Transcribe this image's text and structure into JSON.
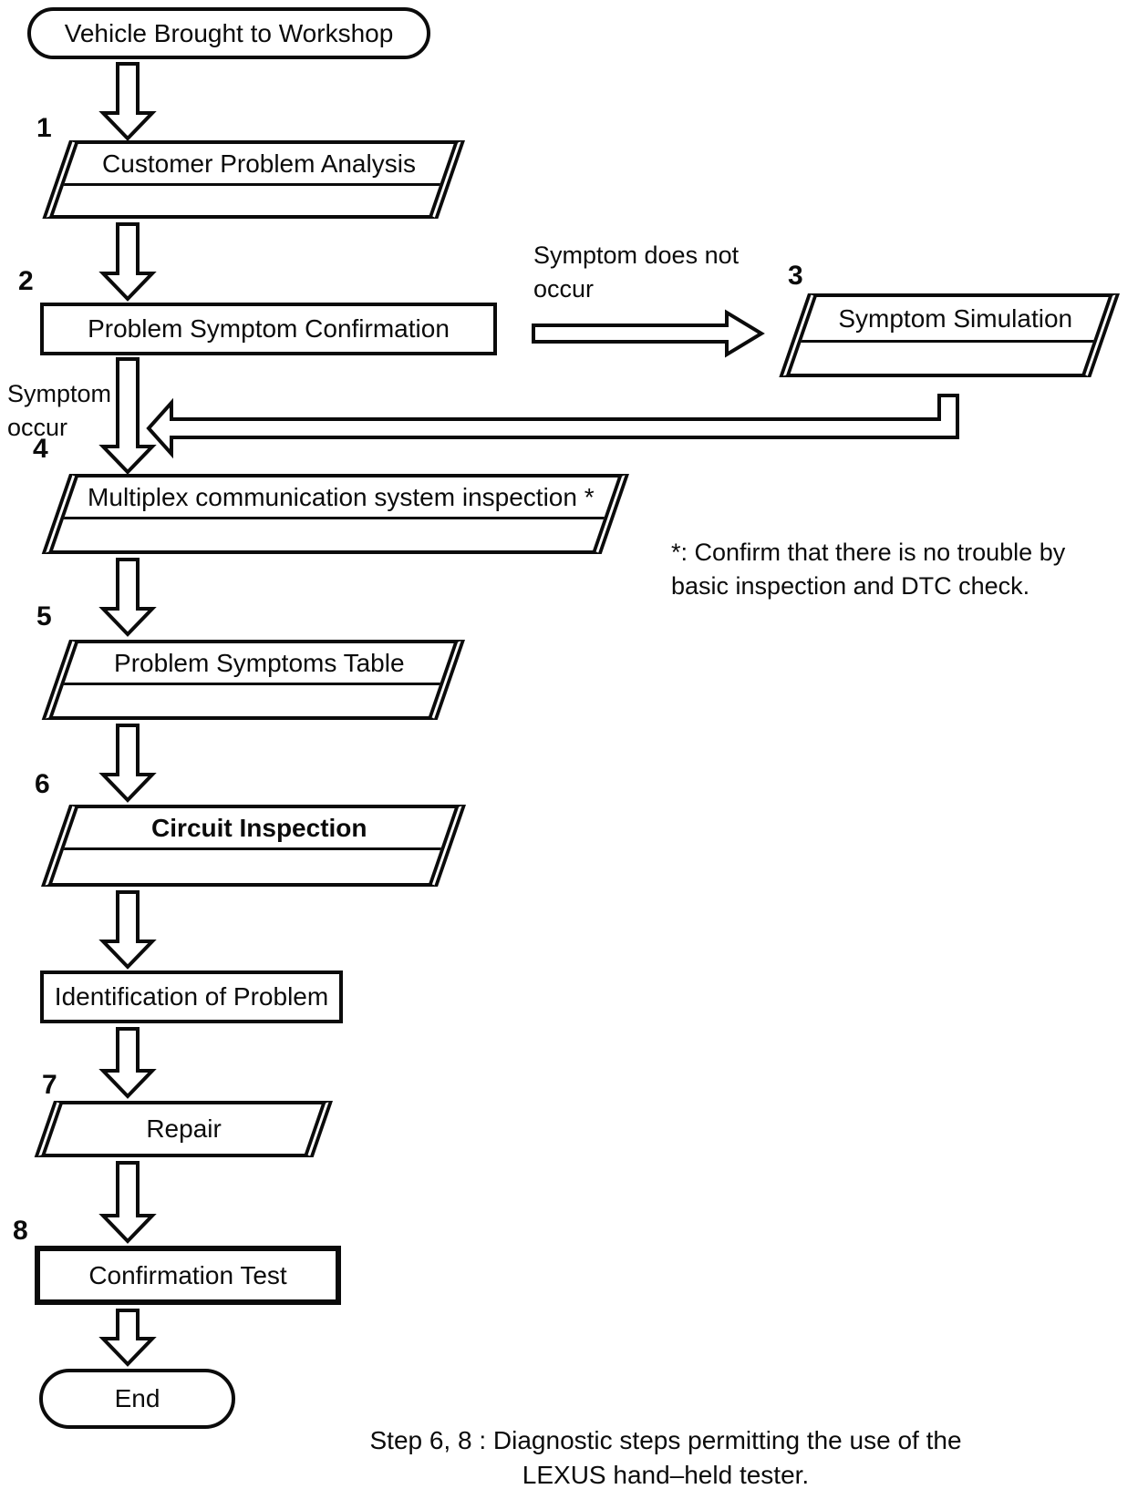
{
  "diagram": {
    "start_label": "Vehicle Brought to Workshop",
    "end_label": "End",
    "steps": [
      {
        "num": "1",
        "label": "Customer Problem Analysis"
      },
      {
        "num": "2",
        "label": "Problem Symptom Confirmation"
      },
      {
        "num": "3",
        "label": "Symptom Simulation"
      },
      {
        "num": "4",
        "label": "Multiplex communication system inspection *"
      },
      {
        "num": "5",
        "label": "Problem Symptoms Table"
      },
      {
        "num": "6",
        "label": "Circuit Inspection"
      },
      {
        "num": "7",
        "label": "Repair"
      },
      {
        "num": "8",
        "label": "Confirmation Test"
      }
    ],
    "unnumbered_step_label": "Identification of Problem",
    "branch_right": {
      "line1": "Symptom does not",
      "line2": "occur"
    },
    "branch_down": {
      "line1": "Symptom",
      "line2": "occur"
    },
    "footnote": {
      "line1": "*: Confirm that there is no trouble by",
      "line2": "basic inspection and DTC check."
    },
    "caption": {
      "line1": "Step 6, 8 : Diagnostic steps permitting the use of the",
      "line2": "LEXUS hand–held tester."
    },
    "colors": {
      "ink": "#0b0b0b",
      "paper": "#ffffff"
    }
  }
}
